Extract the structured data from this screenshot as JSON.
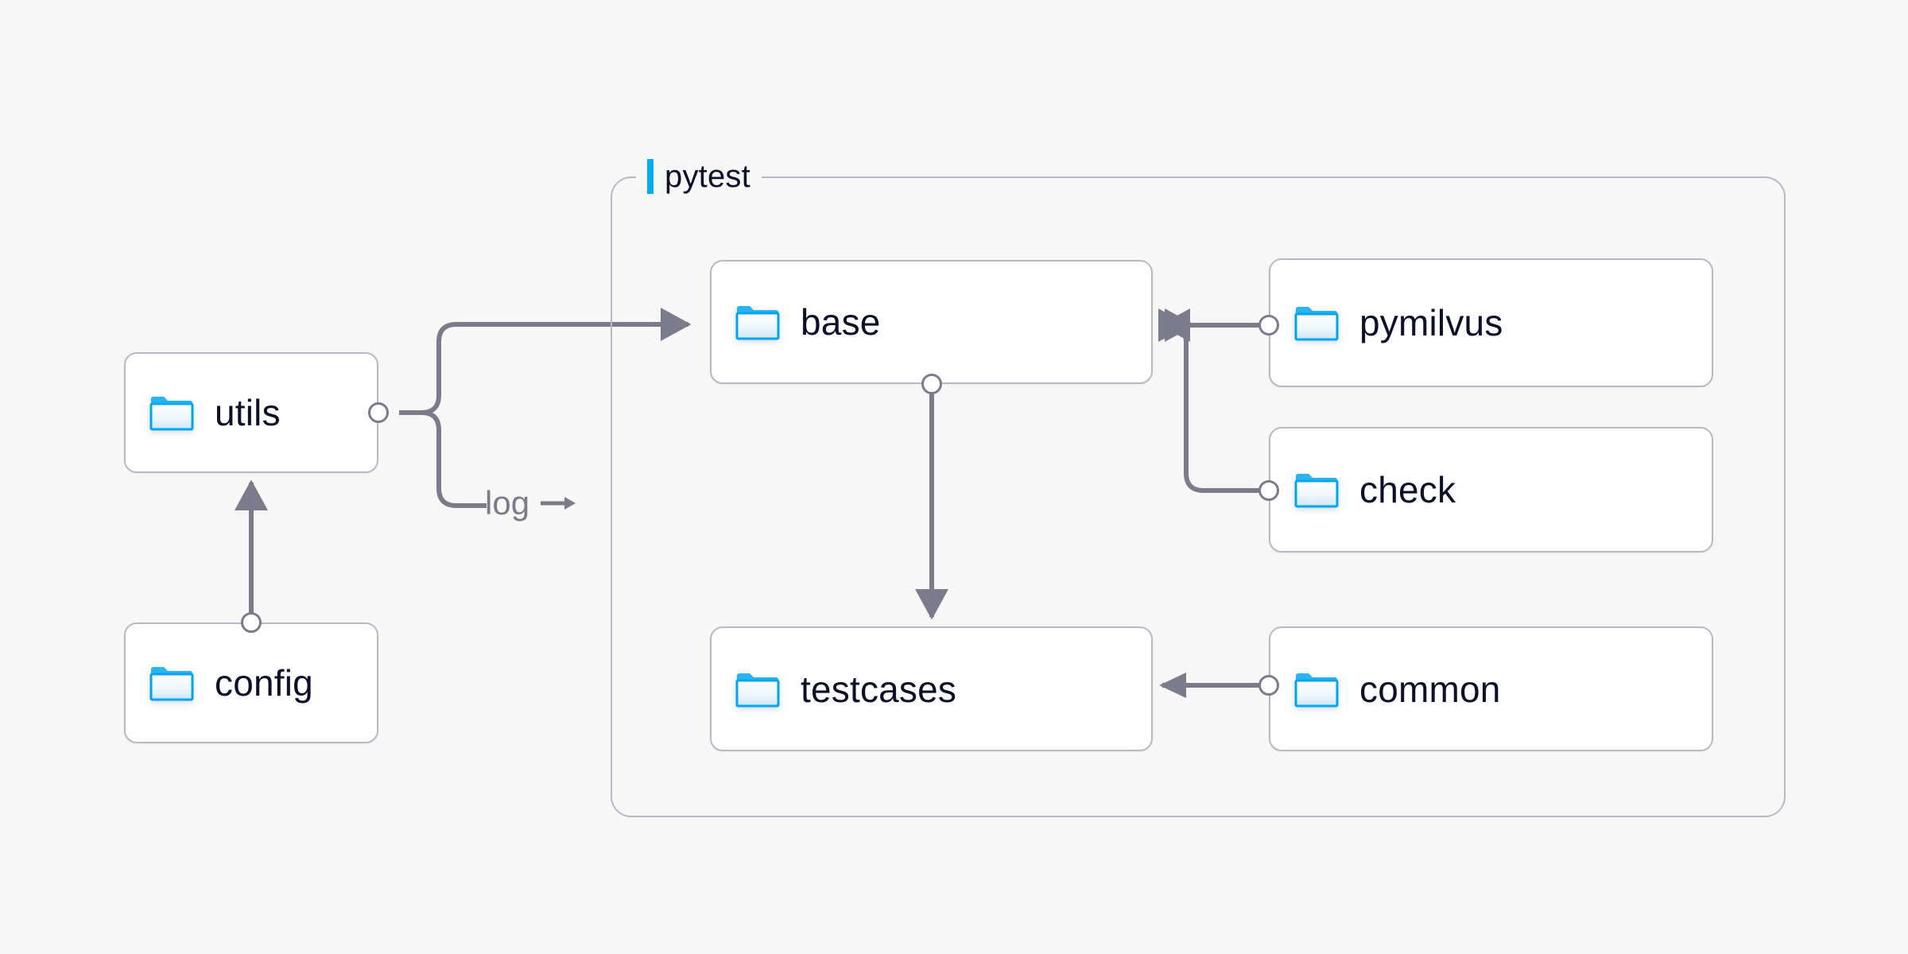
{
  "diagram": {
    "title_visible": false,
    "background_color": "#f7f7f7",
    "accent_color": "#00ACEE",
    "edge_color": "#7b7b8b",
    "node_border_color": "#b9b9c6",
    "node_fill_color": "#ffffff",
    "text_color": "#0d1028"
  },
  "group": {
    "label": "pytest",
    "accent_color": "#00ACEE"
  },
  "nodes": [
    {
      "id": "utils",
      "label": "utils",
      "icon": "folder-icon"
    },
    {
      "id": "config",
      "label": "config",
      "icon": "folder-icon"
    },
    {
      "id": "base",
      "label": "base",
      "icon": "folder-icon"
    },
    {
      "id": "testcases",
      "label": "testcases",
      "icon": "folder-icon"
    },
    {
      "id": "pymilvus",
      "label": "pymilvus",
      "icon": "folder-icon"
    },
    {
      "id": "check",
      "label": "check",
      "icon": "folder-icon"
    },
    {
      "id": "common",
      "label": "common",
      "icon": "folder-icon"
    }
  ],
  "edges": [
    {
      "id": "config-to-utils",
      "from": "config",
      "to": "utils",
      "label": ""
    },
    {
      "id": "utils-to-base",
      "from": "utils",
      "to": "base",
      "label": ""
    },
    {
      "id": "utils-log",
      "from": "utils",
      "to": "",
      "label": "log"
    },
    {
      "id": "pymilvus-to-base",
      "from": "pymilvus",
      "to": "base",
      "label": ""
    },
    {
      "id": "check-to-base",
      "from": "check",
      "to": "base",
      "label": ""
    },
    {
      "id": "base-to-testcases",
      "from": "base",
      "to": "testcases",
      "label": ""
    },
    {
      "id": "common-to-testcases",
      "from": "common",
      "to": "testcases",
      "label": ""
    }
  ]
}
